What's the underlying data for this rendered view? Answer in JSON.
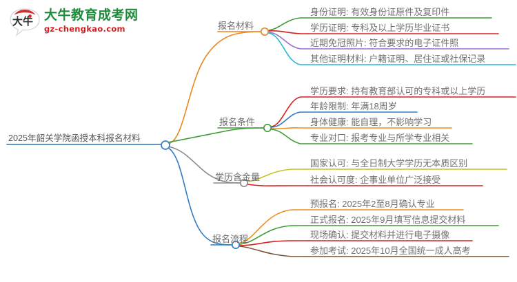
{
  "logo": {
    "mark_text": "大牛",
    "title": "大牛教育成考网",
    "subtitle": "gz-chengkao.com",
    "title_color": "#1f8a3b",
    "subtitle_color": "#cf2020",
    "mark_bubble_color": "#d32f2f"
  },
  "mindmap": {
    "root": {
      "label": "2025年韶关学院函授本科报名材料",
      "line_color": "#4a86c8",
      "node_color": "#3f7fc1"
    },
    "branches": [
      {
        "label": "报名材料",
        "line_color": "#e8871e",
        "node_color": "#e8871e",
        "children": [
          {
            "label": "身份证明: 有效身份证原件及复印件",
            "line_color": "#3f9b35"
          },
          {
            "label": "学历证明: 专科及以上学历毕业证书",
            "line_color": "#d62020"
          },
          {
            "label": "近期免冠照片: 符合要求的电子证件照",
            "line_color": "#9b6dd1"
          },
          {
            "label": "其他证明材料: 户籍证明、居住证或社保记录",
            "line_color": "#28b9d4"
          }
        ]
      },
      {
        "label": "报名条件",
        "line_color": "#3f9b35",
        "node_color": "#3f9b35",
        "children": [
          {
            "label": "学历要求: 持有教育部认可的专科或以上学历",
            "line_color": "#d62020"
          },
          {
            "label": "年龄限制: 年满18周岁",
            "line_color": "#2f7cc4"
          },
          {
            "label": "身体健康: 能自理，不影响学习",
            "line_color": "#ee8f1c"
          },
          {
            "label": "专业对口: 报考专业与所学专业相关",
            "line_color": "#3f9b35"
          }
        ]
      },
      {
        "label": "学历含金量",
        "line_color": "#8a8a8a",
        "node_color": "#8a8a8a",
        "children": [
          {
            "label": "国家认可: 与全日制大学学历无本质区别",
            "line_color": "#c9c020"
          },
          {
            "label": "社会认可度: 企事业单位广泛接受",
            "line_color": "#d62020"
          }
        ]
      },
      {
        "label": "报名流程",
        "line_color": "#2f7cc4",
        "node_color": "#2f7cc4",
        "children": [
          {
            "label": "预报名: 2025年2至8月确认专业",
            "line_color": "#ee8f1c"
          },
          {
            "label": "正式报名: 2025年9月填写信息提交材料",
            "line_color": "#3f9b35"
          },
          {
            "label": "现场确认: 提交材料并进行电子摄像",
            "line_color": "#d62020"
          },
          {
            "label": "参加考试: 2025年10月全国统一成人高考",
            "line_color": "#7a5230"
          }
        ]
      }
    ]
  }
}
